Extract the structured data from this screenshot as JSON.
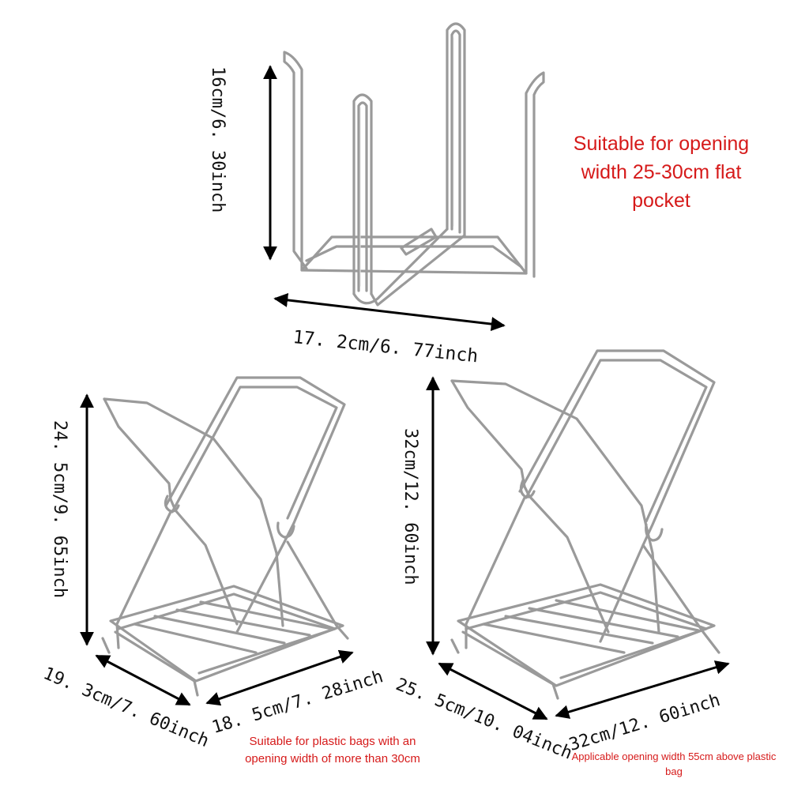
{
  "top_rack": {
    "height_label": "16cm/6. 30inch",
    "width_label": "17. 2cm/6. 77inch",
    "note": "Suitable for opening width 25-30cm flat pocket"
  },
  "left_rack": {
    "height_label": "24. 5cm/9. 65inch",
    "depth_label": "19. 3cm/7. 60inch",
    "width_label": "18. 5cm/7. 28inch",
    "note": "Suitable for plastic bags with an opening width of more than 30cm"
  },
  "right_rack": {
    "height_label": "32cm/12. 60inch",
    "depth_label": "25. 5cm/10. 04inch",
    "width_label": "32cm/12. 60inch",
    "note": "Applicable opening width 55cm above plastic bag"
  },
  "colors": {
    "note_red": "#d61a1a",
    "wire_steel": "#9a9a9a",
    "arrow_black": "#000000"
  }
}
